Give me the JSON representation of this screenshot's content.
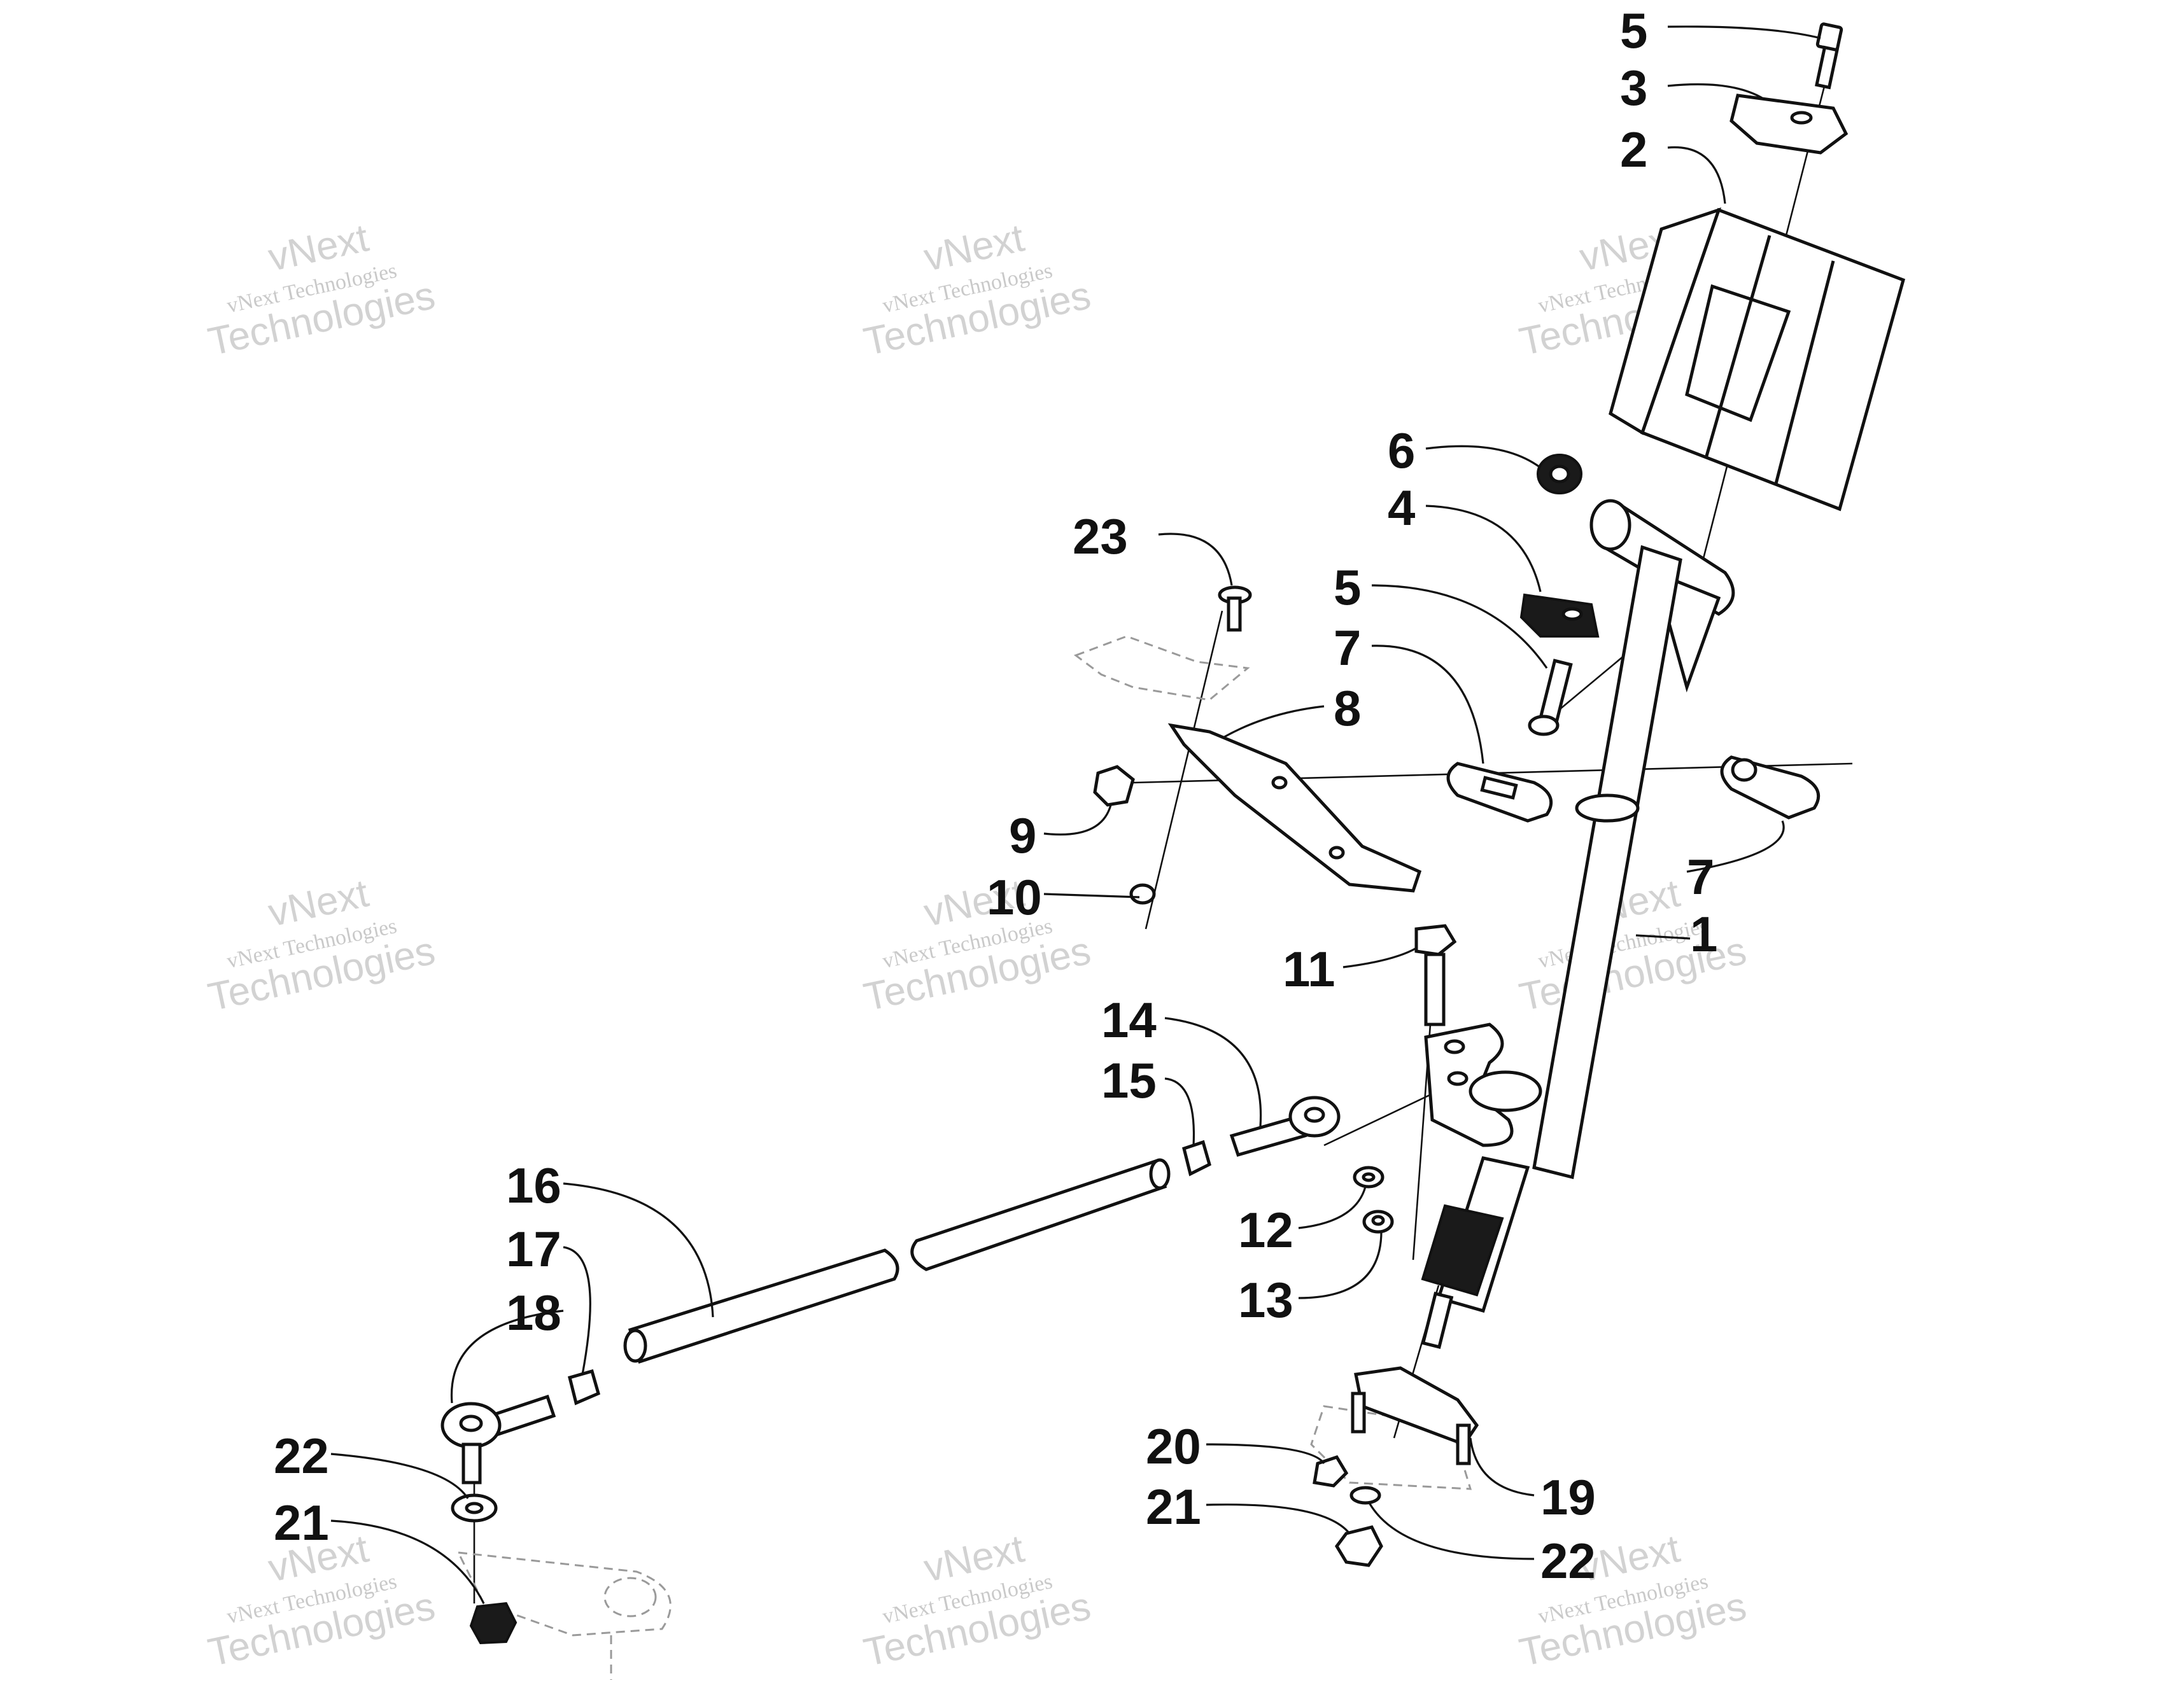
{
  "diagram": {
    "callouts": {
      "c5_top": "5",
      "c3": "3",
      "c2": "2",
      "c6": "6",
      "c4": "4",
      "c23": "23",
      "c5_mid": "5",
      "c7_mid": "7",
      "c8": "8",
      "c9": "9",
      "c10": "10",
      "c7_right": "7",
      "c1": "1",
      "c11": "11",
      "c14": "14",
      "c15": "15",
      "c16": "16",
      "c17": "17",
      "c18": "18",
      "c12": "12",
      "c13": "13",
      "c20": "20",
      "c19": "19",
      "c21_mid": "21",
      "c22_mid": "22",
      "c22_left": "22",
      "c21_left": "21"
    },
    "watermark": {
      "line_a": "vNext Technologies",
      "line_b": "vNext",
      "line_c": "Technologies"
    }
  }
}
